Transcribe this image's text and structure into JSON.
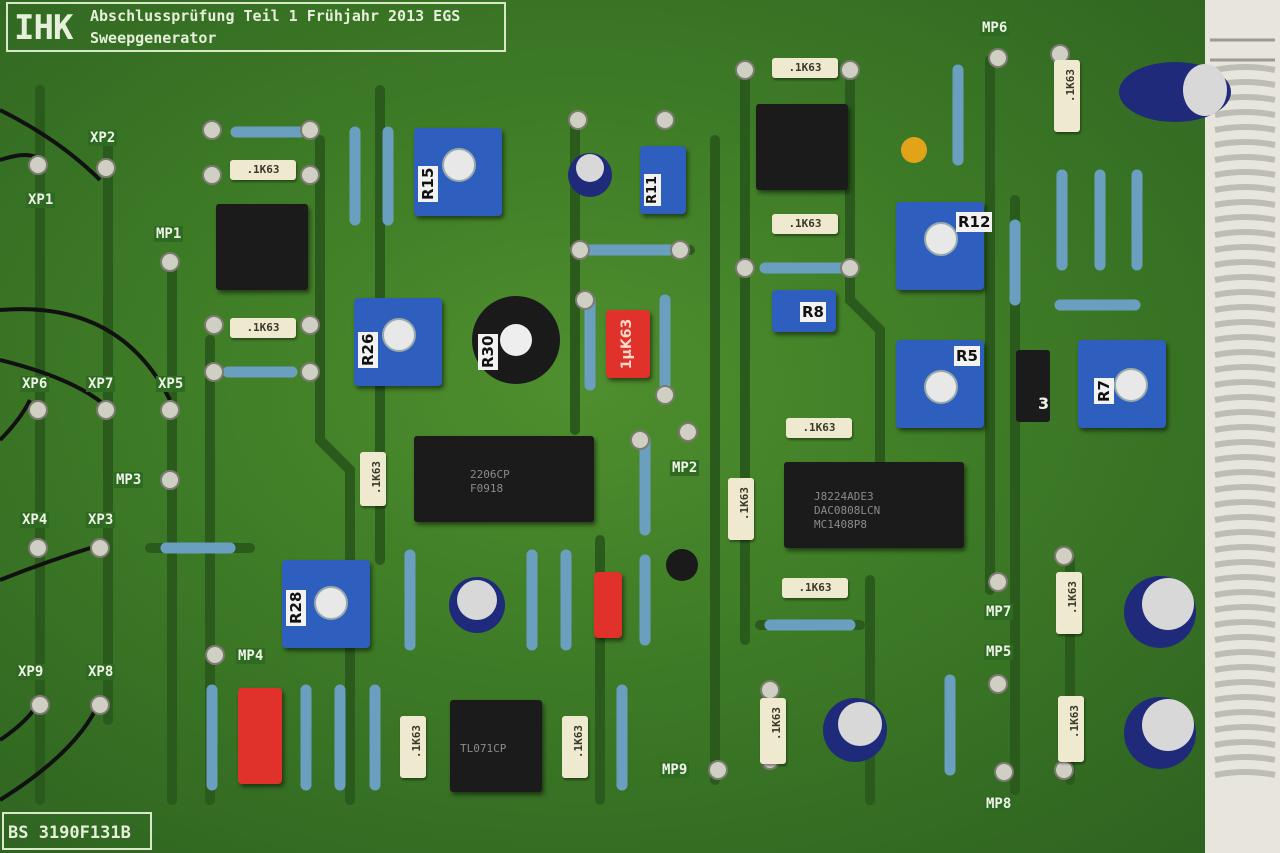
{
  "title": {
    "logo": "IHK",
    "line1": "Abschlussprüfung Teil 1 Frühjahr 2013 EGS",
    "line2": "Sweepgenerator"
  },
  "board_id": "BS 3190F131B",
  "test_points": [
    "XP1",
    "XP2",
    "XP6",
    "XP7",
    "XP5",
    "XP4",
    "XP3",
    "XP9",
    "XP8",
    "MP1",
    "MP3",
    "MP4",
    "MP2",
    "MP9",
    "MP6",
    "MP7",
    "MP5",
    "MP8"
  ],
  "capacitor_marking": ".1K63",
  "red_cap_marking": "1µK63",
  "trimmers": [
    "R15",
    "R26",
    "R30",
    "R11",
    "R8",
    "R12",
    "R5",
    "R7",
    "R28"
  ],
  "ic_labels": {
    "xr2206": [
      "2206CP",
      "F0918"
    ],
    "dac": [
      "J8224ADE3",
      "DAC0808LCN",
      "MC1408P8"
    ],
    "tl071": [
      "TL071CP"
    ]
  },
  "jumper_label": "3",
  "colors": {
    "pcb": "#3d7a26",
    "trace": "#2a5e1e",
    "trim_blue": "#2e5fbf",
    "cap_red": "#e0312b",
    "silkscreen": "#e6efd9"
  }
}
